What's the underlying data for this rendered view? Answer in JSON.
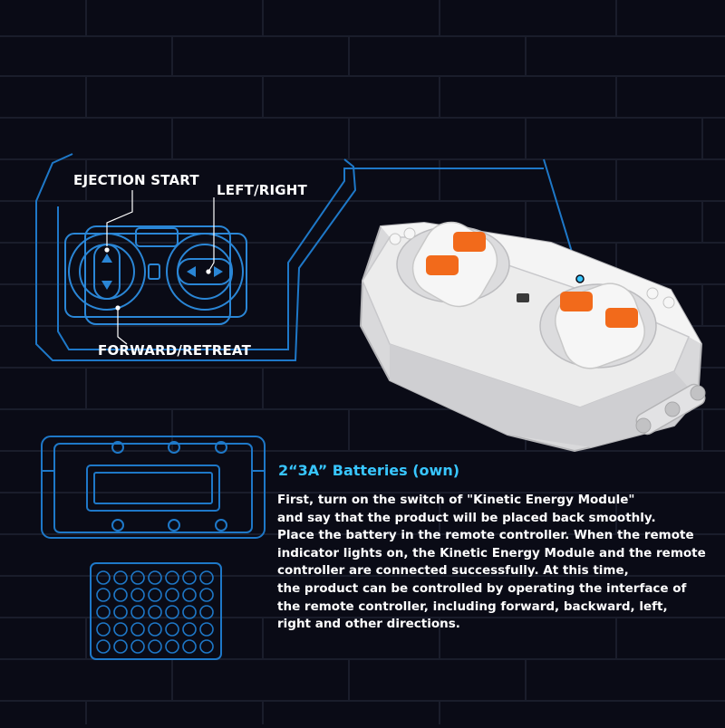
{
  "callouts": {
    "ejection_start": "EJECTION START",
    "left_right": "LEFT/RIGHT",
    "forward_retreat": "FORWARD/RETREAT"
  },
  "battery": {
    "heading": "2“3A” Batteries (own)"
  },
  "instructions": {
    "lines": [
      "First, turn on the switch of \"Kinetic Energy Module\"",
      "and say that the product will be placed back smoothly.",
      "Place the battery in the remote controller. When the remote",
      "indicator lights on, the Kinetic Energy Module and the remote",
      "controller are connected successfully. At this time,",
      "the product can be controlled by operating the interface of",
      "the remote controller, including forward, backward, left,",
      "right and other directions."
    ]
  },
  "colors": {
    "background": "#0a0b16",
    "brick_line": "#1c1f2e",
    "blueprint": "#1e78c8",
    "accent_cyan": "#38c6ff",
    "button_orange": "#f26a1b",
    "controller_white": "#f2f2f2"
  }
}
